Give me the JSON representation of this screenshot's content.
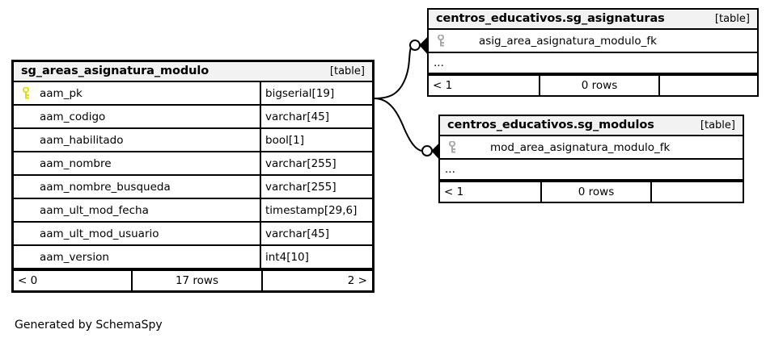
{
  "diagram": {
    "caption": "Generated by SchemaSpy",
    "table_tag": "[table]",
    "ellipsis": "...",
    "colors": {
      "background": "#ffffff",
      "border": "#000000",
      "header_fill": "#f2f2f2",
      "primary_key_icon": "#e8e800",
      "foreign_key_icon": "#a8a8a8",
      "connector": "#000000"
    }
  },
  "tables": {
    "main": {
      "title": "sg_areas_asignatura_modulo",
      "tag": "[table]",
      "columns": [
        {
          "key_icon": "primary-key-icon",
          "name": "aam_pk",
          "type": "bigserial[19]"
        },
        {
          "key_icon": null,
          "name": "aam_codigo",
          "type": "varchar[45]"
        },
        {
          "key_icon": null,
          "name": "aam_habilitado",
          "type": "bool[1]"
        },
        {
          "key_icon": null,
          "name": "aam_nombre",
          "type": "varchar[255]"
        },
        {
          "key_icon": null,
          "name": "aam_nombre_busqueda",
          "type": "varchar[255]"
        },
        {
          "key_icon": null,
          "name": "aam_ult_mod_fecha",
          "type": "timestamp[29,6]"
        },
        {
          "key_icon": null,
          "name": "aam_ult_mod_usuario",
          "type": "varchar[45]"
        },
        {
          "key_icon": null,
          "name": "aam_version",
          "type": "int4[10]"
        }
      ],
      "footer": {
        "left": "< 0",
        "middle": "17 rows",
        "right": "2 >"
      }
    },
    "asignaturas": {
      "title": "centros_educativos.sg_asignaturas",
      "tag": "[table]",
      "columns": [
        {
          "key_icon": "foreign-key-icon",
          "name": "asig_area_asignatura_modulo_fk"
        }
      ],
      "ellipsis": "...",
      "footer": {
        "left": "< 1",
        "middle": "0 rows",
        "right": ""
      }
    },
    "modulos": {
      "title": "centros_educativos.sg_modulos",
      "tag": "[table]",
      "columns": [
        {
          "key_icon": "foreign-key-icon",
          "name": "mod_area_asignatura_modulo_fk"
        }
      ],
      "ellipsis": "...",
      "footer": {
        "left": "< 1",
        "middle": "0 rows",
        "right": ""
      }
    }
  },
  "relationships": [
    {
      "name": "main-to-asignaturas",
      "from_table": "sg_areas_asignatura_modulo",
      "from_column": "aam_pk",
      "to_table": "centros_educativos.sg_asignaturas",
      "to_column": "asig_area_asignatura_modulo_fk",
      "source_cardinality": "one",
      "target_cardinality": "zero-or-more"
    },
    {
      "name": "main-to-modulos",
      "from_table": "sg_areas_asignatura_modulo",
      "from_column": "aam_pk",
      "to_table": "centros_educativos.sg_modulos",
      "to_column": "mod_area_asignatura_modulo_fk",
      "source_cardinality": "one",
      "target_cardinality": "zero-or-more"
    }
  ]
}
